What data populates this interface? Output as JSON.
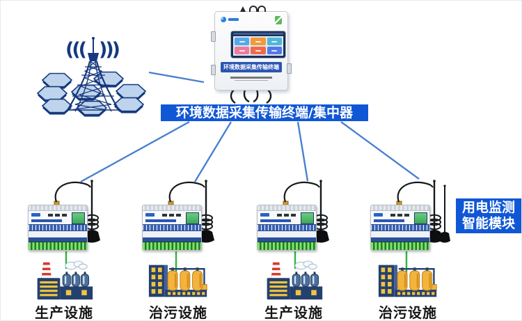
{
  "colors": {
    "label_bg": "#1057d6",
    "line_blue": "#4a80d0",
    "line_green": "#2eb53c",
    "navy": "#16387e"
  },
  "tower": {
    "signal_left": "(((",
    "signal_right": ")))"
  },
  "device": {
    "label": "环境数据采集传输终端"
  },
  "center_label": {
    "text": "环境数据采集传输终端/集中器"
  },
  "side_label": {
    "line1": "用电监测",
    "line2": "智能模块"
  },
  "facilities": [
    {
      "type": "production",
      "label": "生产设施"
    },
    {
      "type": "treatment",
      "label": "治污设施"
    },
    {
      "type": "production",
      "label": "生产设施"
    },
    {
      "type": "treatment",
      "label": "治污设施"
    }
  ]
}
